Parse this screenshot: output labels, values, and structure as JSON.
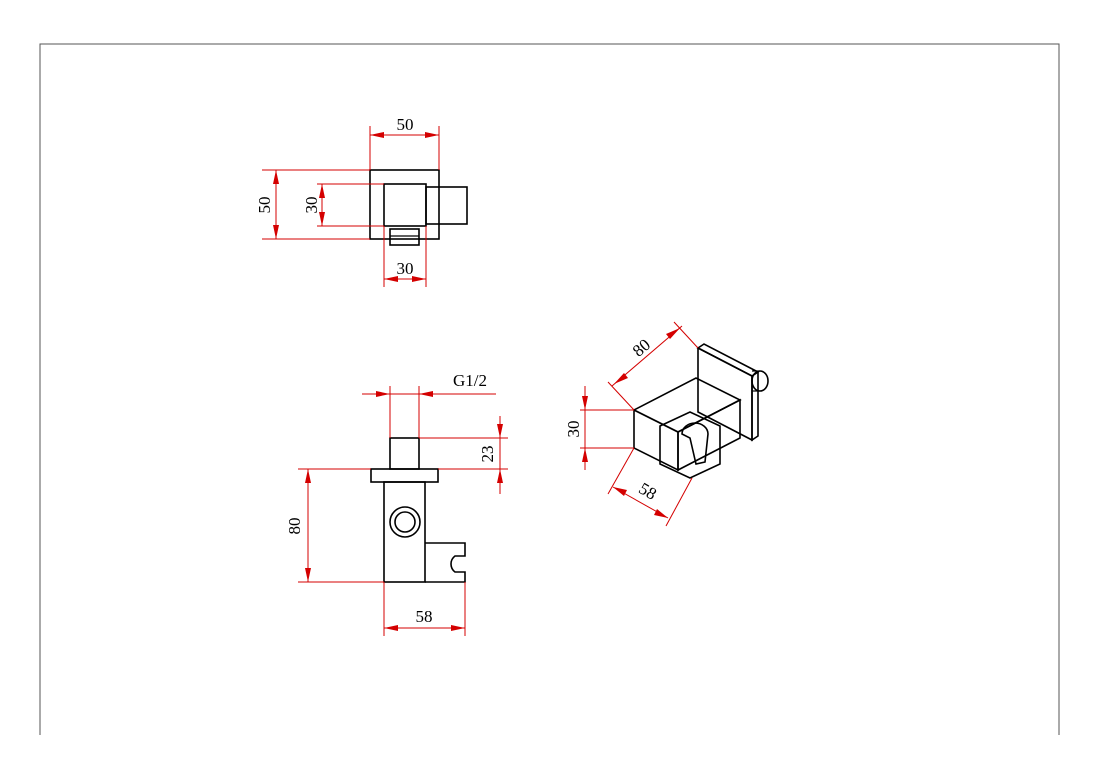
{
  "dimensions": {
    "top_view": {
      "width_top": "50",
      "height_outer": "50",
      "height_inner": "30",
      "width_bottom": "30"
    },
    "front_view": {
      "thread": "G1/2",
      "thread_length": "23",
      "height": "80",
      "width": "58"
    },
    "iso_view": {
      "length": "80",
      "height": "30",
      "width": "58"
    }
  },
  "colors": {
    "dimension": "#d40000",
    "outline": "#000000",
    "frame": "#555555"
  }
}
